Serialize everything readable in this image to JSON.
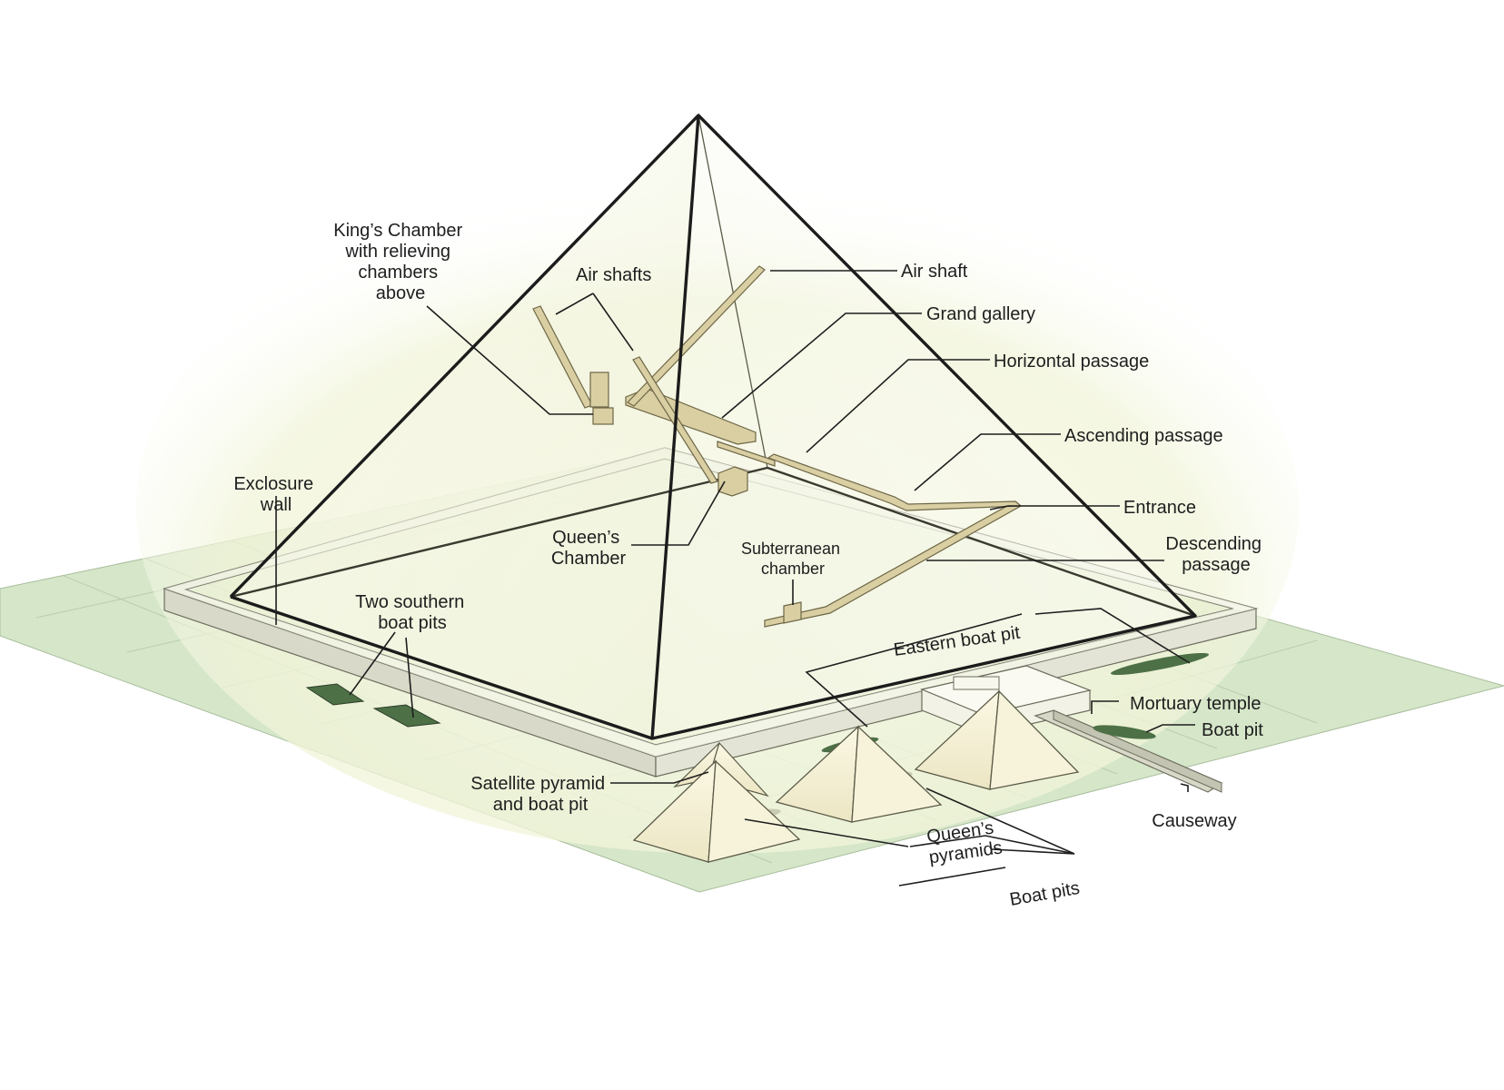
{
  "labels": {
    "kings_chamber": [
      "King’s Chamber",
      "with relieving",
      "chambers",
      "above"
    ],
    "air_shafts": "Air shafts",
    "air_shaft": "Air shaft",
    "grand_gallery": "Grand gallery",
    "horizontal_passage": "Horizontal passage",
    "ascending_passage": "Ascending passage",
    "entrance": "Entrance",
    "descending_passage": [
      "Descending",
      "passage"
    ],
    "exclosure_wall": [
      "Exclosure",
      "wall"
    ],
    "queens_chamber": [
      "Queen’s",
      "Chamber"
    ],
    "subterranean_chamber": [
      "Subterranean",
      "chamber"
    ],
    "two_southern_boat_pits": [
      "Two southern",
      "boat pits"
    ],
    "eastern_boat_pit": "Eastern boat pit",
    "mortuary_temple": "Mortuary temple",
    "boat_pit": "Boat pit",
    "satellite_pyramid": [
      "Satellite pyramid",
      "and boat pit"
    ],
    "causeway": "Causeway",
    "queens_pyramids": [
      "Queen’s",
      "pyramids"
    ],
    "boat_pits": "Boat pits"
  },
  "colors": {
    "ground": "#d6e6c9",
    "ground_grid": "#b9cdb0",
    "wall_top": "#f4f4ea",
    "wall_side": "#d9d9c9",
    "pyramid_glow": "#f6f7dd",
    "passage": "#d9cfa3",
    "boat_pit": "#4d7046",
    "outline": "#1c1c1c"
  }
}
